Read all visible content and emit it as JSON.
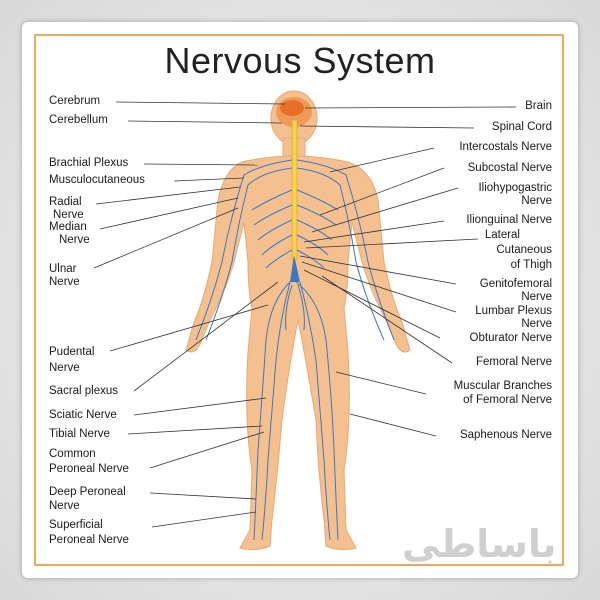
{
  "title": "Nervous System",
  "watermark": "باساطی",
  "colors": {
    "frame": "#f2a65a",
    "body": "#f5c08f",
    "nerve": "#3a78c4",
    "spine": "#f6d34a"
  },
  "labels_left": [
    {
      "id": "cerebrum",
      "lines": [
        "Cerebrum"
      ]
    },
    {
      "id": "cerebellum",
      "lines": [
        "Cerebellum"
      ]
    },
    {
      "id": "brachial-plexus",
      "lines": [
        "Brachial Plexus"
      ]
    },
    {
      "id": "musculocutaneous",
      "lines": [
        "Musculocutaneous"
      ]
    },
    {
      "id": "radial-nerve",
      "lines": [
        "Radial",
        "Nerve"
      ]
    },
    {
      "id": "median-nerve",
      "lines": [
        "Median",
        "Nerve"
      ]
    },
    {
      "id": "ulnar-nerve",
      "lines": [
        "Ulnar",
        "Nerve"
      ]
    },
    {
      "id": "pudental-nerve",
      "lines": [
        "Pudental",
        "Nerve"
      ]
    },
    {
      "id": "sacral-plexus",
      "lines": [
        "Sacral plexus"
      ]
    },
    {
      "id": "sciatic-nerve",
      "lines": [
        "Sciatic Nerve"
      ]
    },
    {
      "id": "tibial-nerve",
      "lines": [
        "Tibial Nerve"
      ]
    },
    {
      "id": "common-peroneal-nerve",
      "lines": [
        "Common",
        "Peroneal Nerve"
      ]
    },
    {
      "id": "deep-peroneal-nerve",
      "lines": [
        "Deep Peroneal",
        "Nerve"
      ]
    },
    {
      "id": "superficial-peroneal-nerve",
      "lines": [
        "Superficial",
        "Peroneal Nerve"
      ]
    }
  ],
  "labels_right": [
    {
      "id": "brain",
      "lines": [
        "Brain"
      ]
    },
    {
      "id": "spinal-cord",
      "lines": [
        "Spinal Cord"
      ]
    },
    {
      "id": "intercostals-nerve",
      "lines": [
        "Intercostals Nerve"
      ]
    },
    {
      "id": "subcostal-nerve",
      "lines": [
        "Subcostal Nerve"
      ]
    },
    {
      "id": "iliohypogastric-nerve",
      "lines": [
        "Iliohypogastric",
        "Nerve"
      ]
    },
    {
      "id": "ilionguinal-nerve",
      "lines": [
        "Ilionguinal Nerve"
      ]
    },
    {
      "id": "lateral-cutaneous-of-thigh",
      "lines": [
        "Lateral",
        "Cutaneous",
        "of Thigh"
      ]
    },
    {
      "id": "genitofemoral-nerve",
      "lines": [
        "Genitofemoral",
        "Nerve"
      ]
    },
    {
      "id": "lumbar-plexus-nerve",
      "lines": [
        "Lumbar Plexus",
        "Nerve"
      ]
    },
    {
      "id": "obturator-nerve",
      "lines": [
        "Obturator Nerve"
      ]
    },
    {
      "id": "femoral-nerve",
      "lines": [
        "Femoral Nerve"
      ]
    },
    {
      "id": "muscular-branches-of-femoral-nerve",
      "lines": [
        "Muscular Branches",
        "of Femoral Nerve"
      ]
    },
    {
      "id": "saphenous-nerve",
      "lines": [
        "Saphenous Nerve"
      ]
    }
  ]
}
